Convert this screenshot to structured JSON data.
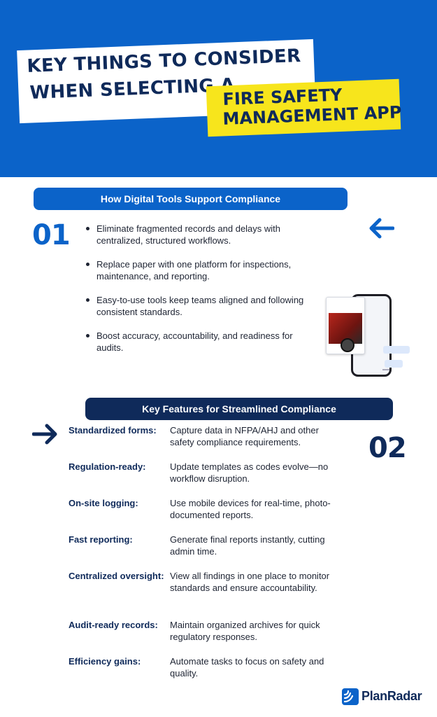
{
  "header": {
    "title_line1": "KEY THINGS TO CONSIDER",
    "title_line2": "WHEN SELECTING A",
    "highlight_line1": "FIRE SAFETY",
    "highlight_line2": "MANAGEMENT APP",
    "colors": {
      "background": "#0b63c9",
      "highlight": "#f7e51c",
      "text": "#0f2a5a"
    }
  },
  "section1": {
    "heading": "How Digital Tools Support Compliance",
    "number": "01",
    "arrow_icon": "arrow-left-icon",
    "bullets": [
      "Eliminate fragmented records and delays with centralized, structured workflows.",
      "Replace paper with one platform for inspections, maintenance, and reporting.",
      "Easy-to-use tools keep teams aligned and following consistent standards.",
      "Boost accuracy, accountability, and readiness for audits."
    ],
    "illustration_icon": "phone-app-icon"
  },
  "section2": {
    "heading": "Key Features for Streamlined Compliance",
    "number": "02",
    "arrow_icon": "arrow-right-icon",
    "features": [
      {
        "label": "Standardized forms:",
        "description": "Capture data in NFPA/AHJ and other safety compliance requirements."
      },
      {
        "label": "Regulation-ready:",
        "description": "Update templates as codes evolve—no workflow disruption."
      },
      {
        "label": "On-site logging:",
        "description": "Use mobile devices for real-time, photo-documented reports."
      },
      {
        "label": "Fast reporting:",
        "description": "Generate final reports instantly, cutting admin time."
      },
      {
        "label": "Centralized oversight:",
        "description": "View all findings in one place to monitor standards and ensure accountability."
      },
      {
        "label": "Audit-ready records:",
        "description": "Maintain organized archives for quick regulatory responses."
      },
      {
        "label": "Efficiency gains:",
        "description": "Automate tasks to focus on safety and quality."
      }
    ]
  },
  "footer": {
    "brand": "PlanRadar",
    "logo_icon": "planradar-logo-icon"
  }
}
